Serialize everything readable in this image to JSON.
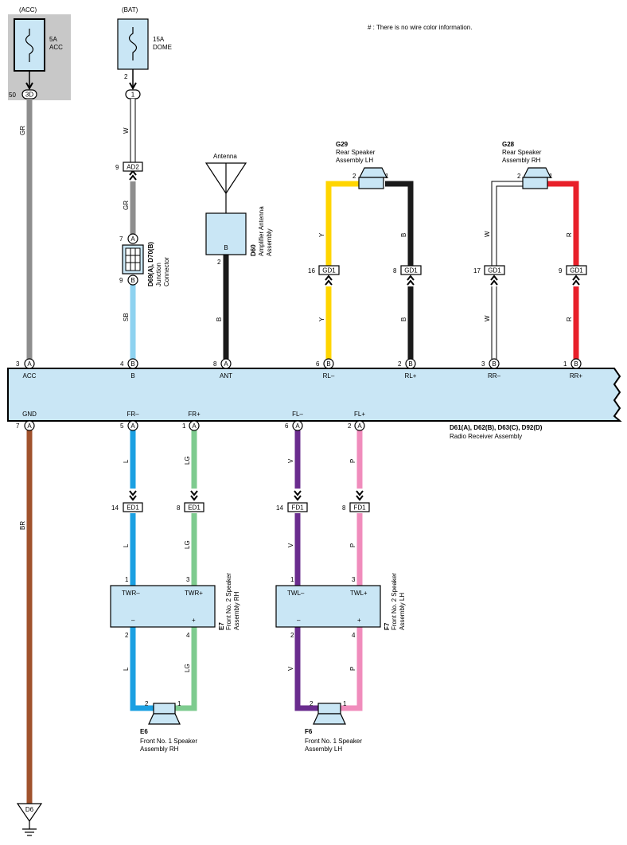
{
  "note": "# : There is no wire color information.",
  "colors": {
    "box_fill": "#c9e6f5",
    "acc_shade": "#c8c8c8",
    "GR": "#8e8e8e",
    "W": "#ffffff",
    "SB": "#8ed2f0",
    "B": "#1a1a1a",
    "Y": "#ffd500",
    "R": "#e8202a",
    "L": "#1ba0e2",
    "LG": "#7ecb8f",
    "V": "#6a2c8e",
    "P": "#f08cbc",
    "BR": "#a0522d"
  },
  "fuses": {
    "acc": {
      "supply": "(ACC)",
      "rating": "5A",
      "name": "ACC",
      "pin": "50",
      "terminal": "3D"
    },
    "bat": {
      "supply": "(BAT)",
      "rating": "15A",
      "name": "DOME",
      "pin": "2",
      "terminal": "1"
    }
  },
  "junction": {
    "connector_pin": "9",
    "connector_label": "AD2",
    "in_pin": "7",
    "in_letter": "A",
    "out_pin": "9",
    "out_letter": "B",
    "code": "D69(A), D70(B)",
    "name_line1": "Junction",
    "name_line2": "Connector"
  },
  "antenna": {
    "label": "Antenna",
    "box_letter": "B",
    "pin": "2",
    "code": "D60",
    "name_line1": "Amplifier Antenna",
    "name_line2": "Assembly"
  },
  "rear_lh": {
    "code": "G29",
    "name_line1": "Rear Speaker",
    "name_line2": "Assembly LH",
    "pin_left": "2",
    "pin_right": "1"
  },
  "rear_rh": {
    "code": "G28",
    "name_line1": "Rear Speaker",
    "name_line2": "Assembly RH",
    "pin_left": "2",
    "pin_right": "1"
  },
  "gd1": {
    "label": "GD1",
    "pins": {
      "rl_minus": "16",
      "rl_plus": "8",
      "rr_minus": "17",
      "rr_plus": "9"
    }
  },
  "radio": {
    "code": "D61(A), D62(B), D63(C), D92(D)",
    "name": "Radio Receiver Assembly",
    "top_terminals": [
      {
        "pin": "3",
        "letter": "A",
        "name": "ACC"
      },
      {
        "pin": "4",
        "letter": "B",
        "name": "B"
      },
      {
        "pin": "8",
        "letter": "A",
        "name": "ANT"
      },
      {
        "pin": "6",
        "letter": "B",
        "name": "RL–"
      },
      {
        "pin": "2",
        "letter": "B",
        "name": "RL+"
      },
      {
        "pin": "3",
        "letter": "B",
        "name": "RR–"
      },
      {
        "pin": "1",
        "letter": "B",
        "name": "RR+"
      }
    ],
    "bottom_terminals": [
      {
        "pin": "7",
        "letter": "A",
        "name": "GND"
      },
      {
        "pin": "5",
        "letter": "A",
        "name": "FR–"
      },
      {
        "pin": "1",
        "letter": "A",
        "name": "FR+"
      },
      {
        "pin": "6",
        "letter": "A",
        "name": "FL–"
      },
      {
        "pin": "2",
        "letter": "A",
        "name": "FL+"
      }
    ]
  },
  "wire_labels": {
    "acc": "GR",
    "dome": "W",
    "jc_in": "GR",
    "jc_out": "SB",
    "ant": "B",
    "rl_minus_top": "Y",
    "rl_plus_top": "B",
    "rl_minus_bottom": "Y",
    "rl_plus_bottom": "B",
    "rr_minus_top": "W",
    "rr_plus_top": "R",
    "rr_minus_bottom": "W",
    "rr_plus_bottom": "R",
    "gnd": "BR",
    "fr_minus_top": "L",
    "fr_plus_top": "LG",
    "fl_minus_top": "V",
    "fl_plus_top": "P",
    "fr_minus_mid": "L",
    "fr_plus_mid": "LG",
    "fl_minus_mid": "V",
    "fl_plus_mid": "P",
    "fr_minus_bot": "L",
    "fr_plus_bot": "LG",
    "fl_minus_bot": "V",
    "fl_plus_bot": "P"
  },
  "ed1": {
    "label": "ED1",
    "pin_minus": "14",
    "pin_plus": "8"
  },
  "fd1": {
    "label": "FD1",
    "pin_minus": "14",
    "pin_plus": "8"
  },
  "e7": {
    "code": "E7",
    "name_line1": "Front No. 2 Speaker",
    "name_line2": "Assembly RH",
    "term_minus": "TWR–",
    "term_plus": "TWR+",
    "sign_minus": "–",
    "sign_plus": "+",
    "pin_in_minus": "1",
    "pin_in_plus": "3",
    "pin_out_minus": "2",
    "pin_out_plus": "4"
  },
  "f7": {
    "code": "F7",
    "name_line1": "Front No. 2 Speaker",
    "name_line2": "Assembly LH",
    "term_minus": "TWL–",
    "term_plus": "TWL+",
    "sign_minus": "–",
    "sign_plus": "+",
    "pin_in_minus": "1",
    "pin_in_plus": "3",
    "pin_out_minus": "2",
    "pin_out_plus": "4"
  },
  "e6": {
    "code": "E6",
    "name_line1": "Front No. 1 Speaker",
    "name_line2": "Assembly RH",
    "pin_left": "2",
    "pin_right": "1"
  },
  "f6": {
    "code": "F6",
    "name_line1": "Front No. 1 Speaker",
    "name_line2": "Assembly LH",
    "pin_left": "2",
    "pin_right": "1"
  },
  "ground": {
    "label": "D6"
  }
}
